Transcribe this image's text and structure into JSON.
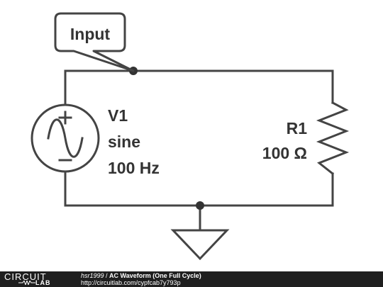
{
  "schematic": {
    "node_label": "Input",
    "source": {
      "name": "V1",
      "type": "sine",
      "frequency": "100 Hz"
    },
    "resistor": {
      "name": "R1",
      "value": "100 Ω"
    }
  },
  "footer": {
    "logo_top": "CIRCUIT",
    "logo_bottom": "LAB",
    "author": "hsr1999",
    "separator": " / ",
    "title": "AC Waveform (One Full Cycle)",
    "url": "http://circuitlab.com/cypfcab7y793p"
  }
}
